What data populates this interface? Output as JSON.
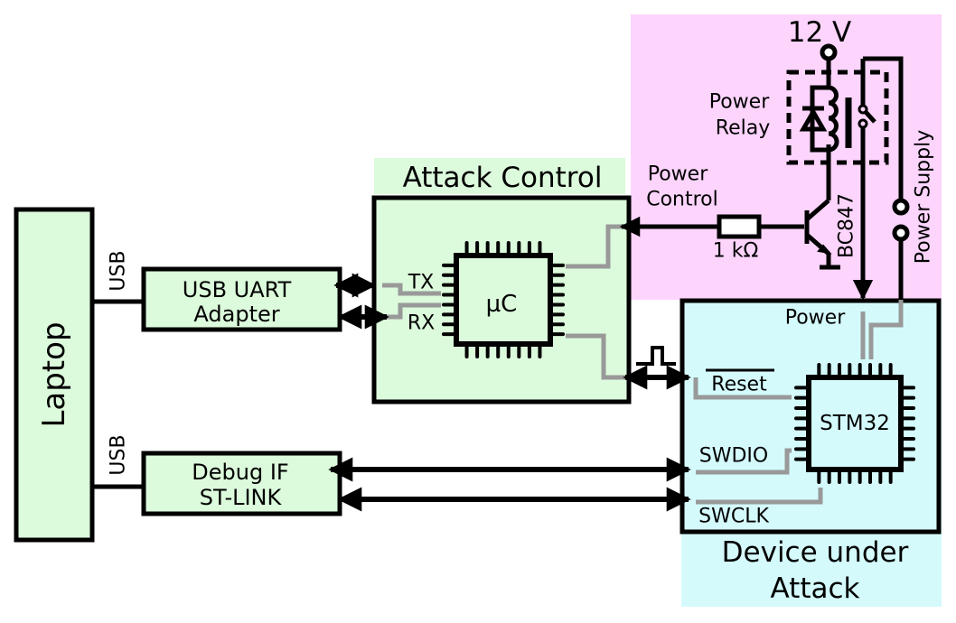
{
  "colors": {
    "green_fill": "#dcfadc",
    "pink_fill": "#fcd4fc",
    "cyan_fill": "#d4fafc",
    "wire": "#000000",
    "internal_trace": "#999999"
  },
  "blocks": {
    "laptop": {
      "label": "Laptop"
    },
    "usb_uart": {
      "line1": "USB UART",
      "line2": "Adapter",
      "link_label": "USB"
    },
    "debug_if": {
      "line1": "Debug IF",
      "line2": "ST-LINK",
      "link_label": "USB"
    },
    "attack_control": {
      "title": "Attack Control",
      "chip_label": "µC",
      "tx": "TX",
      "rx": "RX"
    },
    "power_section": {
      "supply_voltage": "12 V",
      "relay_line1": "Power",
      "relay_line2": "Relay",
      "control_line1": "Power",
      "control_line2": "Control",
      "resistor": "1 kΩ",
      "transistor": "BC847",
      "power_supply": "Power Supply"
    },
    "dut": {
      "title_line1": "Device under",
      "title_line2": "Attack",
      "chip_label": "STM32",
      "power": "Power",
      "reset": "Reset",
      "swdio": "SWDIO",
      "swclk": "SWCLK"
    }
  }
}
